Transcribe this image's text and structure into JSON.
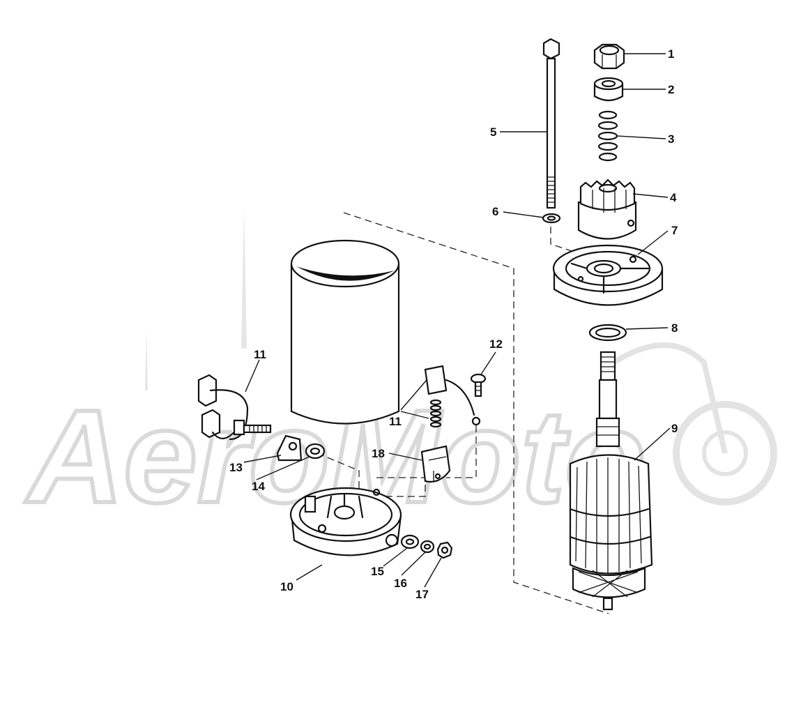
{
  "watermark": {
    "text": "AeroMoto"
  },
  "callouts": {
    "c1": "1",
    "c2": "2",
    "c3": "3",
    "c4": "4",
    "c5": "5",
    "c6": "6",
    "c7": "7",
    "c8": "8",
    "c9": "9",
    "c10": "10",
    "c11a": "11",
    "c11b": "11",
    "c12": "12",
    "c13": "13",
    "c14": "14",
    "c15": "15",
    "c16": "16",
    "c17": "17",
    "c18": "18"
  }
}
